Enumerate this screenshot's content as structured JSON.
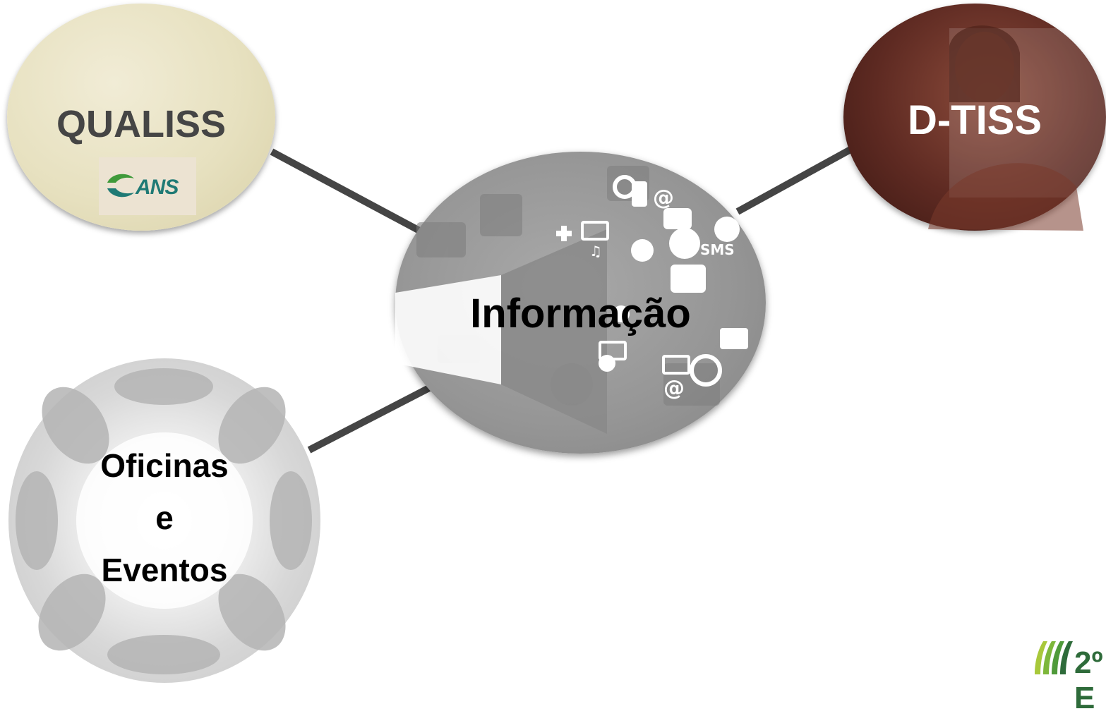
{
  "diagram": {
    "center": {
      "label": "Informação"
    },
    "nodes": {
      "qualiss": {
        "label": "QUALISS",
        "logo_text": "ANS"
      },
      "dtiss": {
        "label": "D-TISS"
      },
      "oficinas": {
        "label_lines": [
          "Oficinas",
          "e",
          "Eventos"
        ]
      }
    },
    "connections": [
      {
        "from": "Informação",
        "to": "QUALISS"
      },
      {
        "from": "Informação",
        "to": "D-TISS"
      },
      {
        "from": "Informação",
        "to": "Oficinas e Eventos"
      }
    ],
    "corner_logo": {
      "text": "2º E"
    }
  },
  "icons": {
    "search": "search-icon",
    "email": "email-icon",
    "at": "at-sign-icon",
    "sms": "sms-icon",
    "smile": "smile-icon",
    "plus": "plus-icon",
    "megaphone": "megaphone-icon",
    "music": "music-note-icon"
  },
  "colors": {
    "connector": "#454545",
    "qualiss_bg": "#e7e1c0",
    "dtiss_bg": "#5e2a22",
    "info_bg": "#959595",
    "ans_green": "#1f7a75",
    "event_green": "#2e6b3a",
    "event_lime": "#a8c83a"
  }
}
